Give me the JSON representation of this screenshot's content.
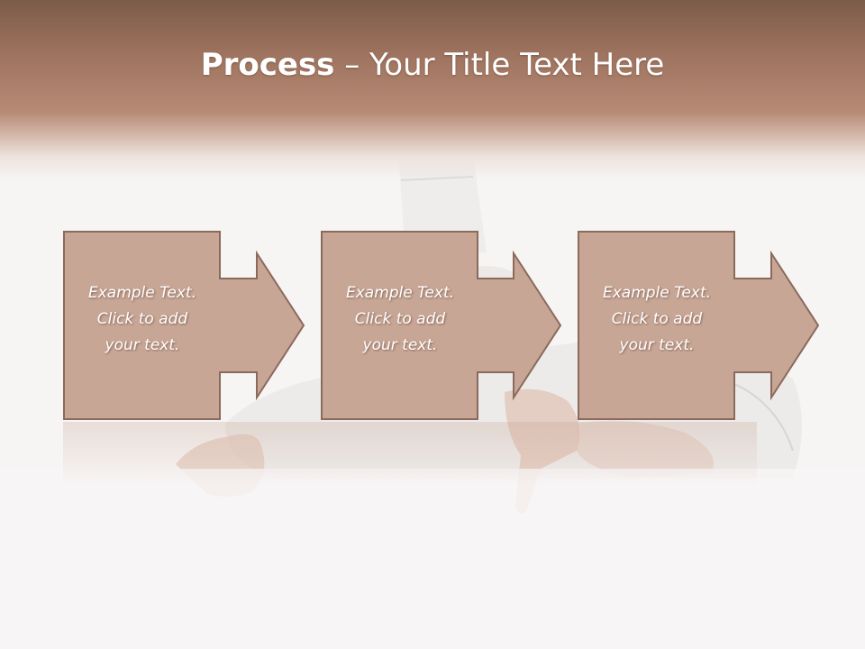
{
  "slide": {
    "title_bold": "Process",
    "title_rest": " – Your Title Text Here"
  },
  "steps": [
    {
      "line1": "Example Text.",
      "line2": "Click  to add",
      "line3": "your text."
    },
    {
      "line1": "Example Text.",
      "line2": "Click  to add",
      "line3": "your text."
    },
    {
      "line1": "Example Text.",
      "line2": "Click  to add",
      "line3": "your text."
    }
  ],
  "colors": {
    "header_dark": "#7c5b49",
    "header_mid": "#b68a74",
    "box_fill": "#c8a696",
    "box_border": "#8a6a5c",
    "text": "#ffffff",
    "background": "#f7f5f4"
  }
}
